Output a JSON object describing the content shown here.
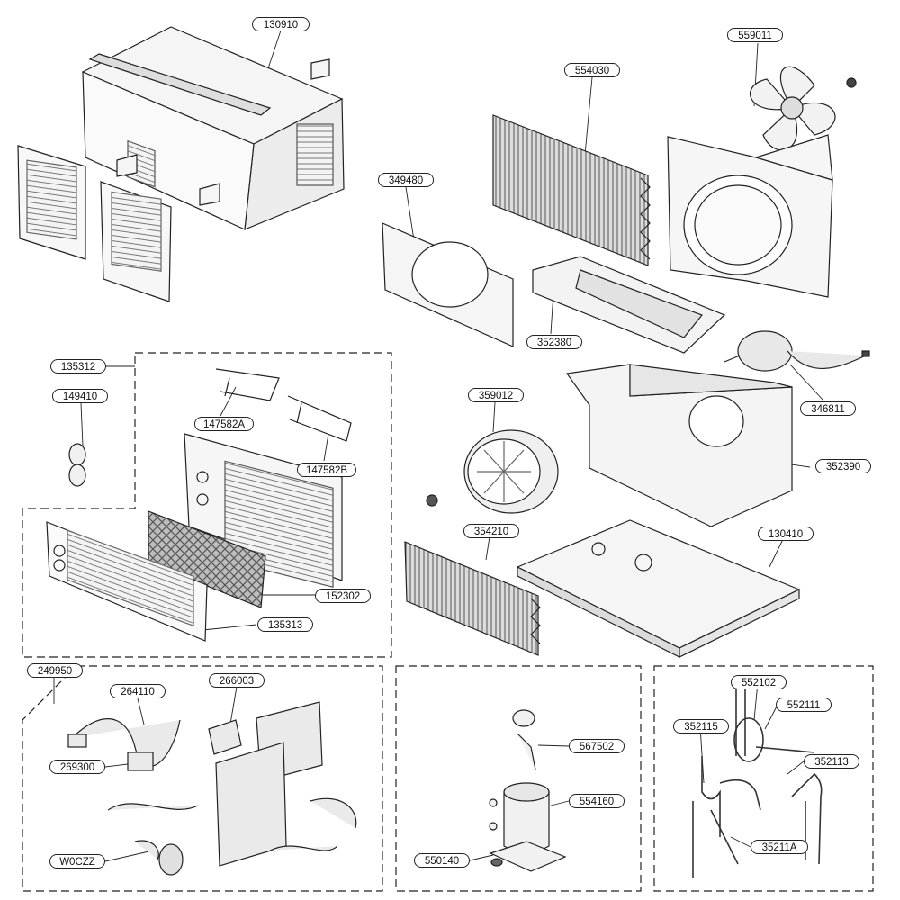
{
  "part_labels": {
    "p130910": "130910",
    "p559011": "559011",
    "p554030": "554030",
    "p349480": "349480",
    "p352380": "352380",
    "p346811": "346811",
    "p135312": "135312",
    "p149410": "149410",
    "p147582A": "147582A",
    "p147582B": "147582B",
    "p359012": "359012",
    "p352390": "352390",
    "p354210": "354210",
    "p130410": "130410",
    "p152302": "152302",
    "p135313": "135313",
    "p249950": "249950",
    "p264110": "264110",
    "p266003": "266003",
    "p269300": "269300",
    "pW0CZZ": "W0CZZ",
    "p567502": "567502",
    "p554160": "554160",
    "p550140": "550140",
    "p552102": "552102",
    "p552111": "552111",
    "p352115": "352115",
    "p352113": "352113",
    "p35211A": "35211A"
  }
}
